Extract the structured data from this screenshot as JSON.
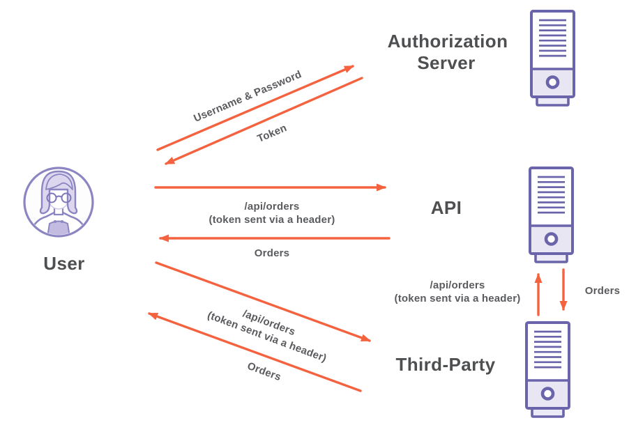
{
  "diagram": {
    "type": "sequence-flow-diagram",
    "topic": "Token-based API authorization flow",
    "nodes": {
      "user": {
        "label": "User",
        "icon": "female-user-avatar-icon"
      },
      "auth_server": {
        "label_line1": "Authorization",
        "label_line2": "Server",
        "icon": "server-tower-icon"
      },
      "api": {
        "label": "API",
        "icon": "server-tower-icon"
      },
      "third_party": {
        "label": "Third-Party",
        "icon": "server-tower-icon"
      }
    },
    "flows": {
      "login": {
        "request": "Username & Password",
        "response": "Token",
        "from": "User",
        "to": "Authorization Server"
      },
      "api_call": {
        "request_line1": "/api/orders",
        "request_line2": "(token sent via a header)",
        "response": "Orders",
        "from": "User",
        "to": "API"
      },
      "third_party_call": {
        "request_line1": "/api/orders",
        "request_line2": "(token sent via a header)",
        "response": "Orders",
        "from": "User",
        "to": "Third-Party"
      },
      "relay_call": {
        "request_line1": "/api/orders",
        "request_line2": "(token sent via a header)",
        "response": "Orders",
        "from": "Third-Party",
        "to": "API"
      }
    },
    "colors": {
      "arrow": "#f4623f",
      "node_outline": "#6a65aa",
      "node_fill": "#e9e6f4",
      "avatar_outline": "#8b85c1",
      "avatar_hair": "#dcd7ee",
      "flow_label_text": "#5a5b5e",
      "node_label_text": "#4e4f51",
      "background": "#ffffff"
    }
  }
}
